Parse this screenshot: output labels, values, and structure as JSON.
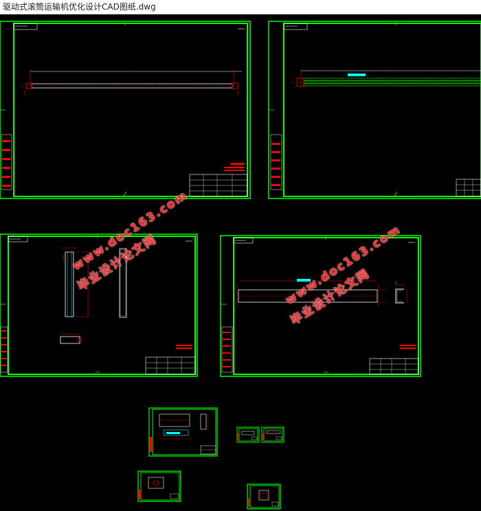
{
  "window": {
    "title": "驱动式滚筒运输机优化设计CAD图纸.dwg"
  },
  "watermarks": [
    {
      "line1": "www.doc163.com",
      "line2": "毕业设计论文网"
    },
    {
      "line1": "www.doc163.com",
      "line2": "毕业设计论文网"
    }
  ],
  "colors": {
    "background": "#000000",
    "frame": "#00ff00",
    "line": "#ffffff",
    "dimension": "#ff0000",
    "highlight": "#00ffff",
    "watermark": "#ff2323"
  }
}
